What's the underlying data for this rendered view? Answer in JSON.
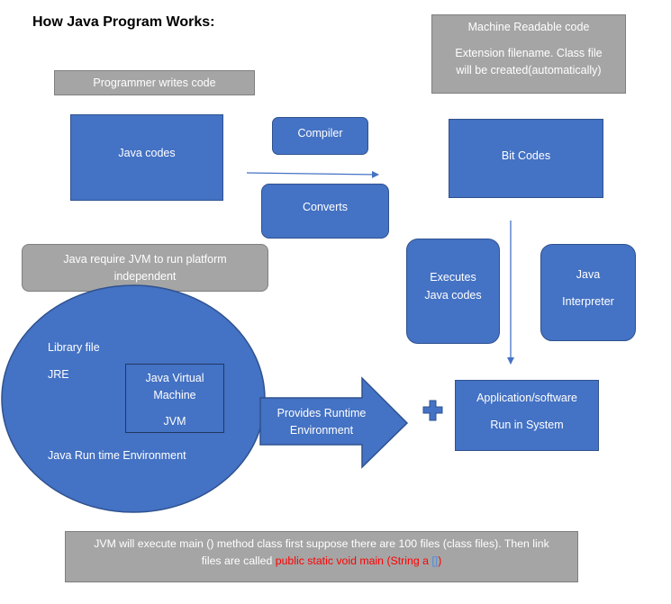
{
  "title": "How Java Program Works:",
  "machine_box": {
    "line1": "Machine Readable code",
    "line2": "Extension filename. Class file",
    "line3": "will be created(automatically)"
  },
  "programmer_box": "Programmer writes code",
  "java_codes": "Java codes",
  "compiler": "Compiler",
  "converts": "Converts",
  "bit_codes": "Bit Codes",
  "jvm_note": {
    "line1": "Java require JVM to run platform",
    "line2": "independent"
  },
  "executes": {
    "line1": "Executes",
    "line2": "Java codes"
  },
  "interpreter": {
    "line1": "Java",
    "line2": "Interpreter"
  },
  "jre_circle": {
    "library": "Library file",
    "jre": "JRE",
    "runtime": "Java Run time Environment"
  },
  "jvm_box": {
    "line1": "Java Virtual",
    "line2": "Machine",
    "line3": "JVM"
  },
  "big_arrow": {
    "line1": "Provides Runtime",
    "line2": "Environment"
  },
  "app_box": {
    "line1": "Application/software",
    "line2": "Run in System"
  },
  "bottom_note": {
    "part1": "JVM will execute main () method class first suppose there are 100 files (class files). Then link",
    "part2": "files are called ",
    "part3": "public static void main (String a ",
    "part4": "[]",
    "part5": ")"
  },
  "colors": {
    "blue_fill": "#4472c4",
    "blue_border": "#2f528f",
    "gray_fill": "#a5a5a5",
    "highlight_red": "#ff0000"
  }
}
